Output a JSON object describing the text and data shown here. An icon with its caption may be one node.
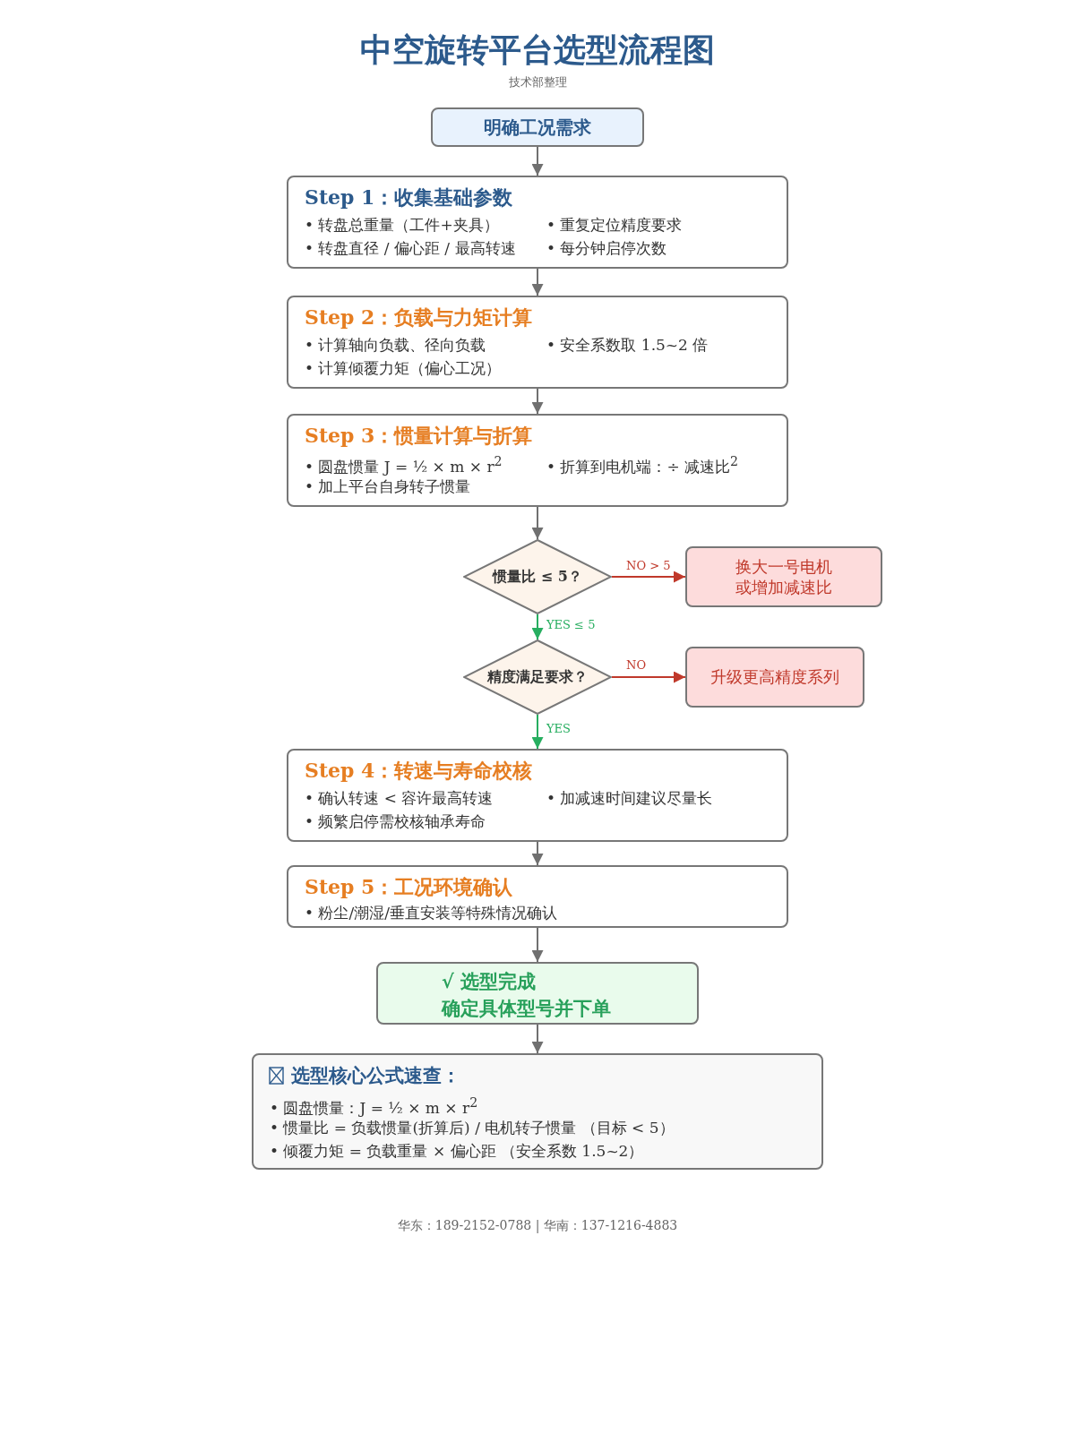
{
  "diagram": {
    "title": "中空旋转平台选型流程图",
    "nodes": [
      {
        "text": [
          "明确工况需求"
        ]
      },
      {
        "text": [
          "Step 1：收集基础参数",
          "• 转盘总重量（工件+夹具）",
          "• 重复定位精度要求",
          "• 转盘直径 / 偏心距 / 最高转速",
          "• 每分钟启停次数"
        ]
      },
      {
        "text": [
          "Step 2：负载与力矩计算",
          "• 计算轴向负载、径向负载",
          "• 安全系数取 1.5~2 倍",
          "• 计算倾覆力矩（偏心工况）"
        ]
      },
      {
        "text": [
          "Step 3：惯量计算与折算",
          "• 圆盘惯量 J = ½ × m × r$^{2}$",
          "• 折算到电机端：÷ 减速比$^{2}$",
          "• 加上平台自身转子惯量"
        ]
      },
      {
        "text": [
          "惯量比 ≤ 5？"
        ]
      },
      {
        "text": [
          "换大一号电机或增加减速比"
        ]
      },
      {
        "text": [
          "精度满足要求？"
        ]
      },
      {
        "text": [
          "升级更高精度系列"
        ]
      },
      {
        "text": [
          "Step 4：转速与寿命校核",
          "• 确认转速 < 容许最高转速",
          "• 加减速时间建议尽量长",
          "• 频繁启停需校核轴承寿命"
        ]
      },
      {
        "text": [
          "Step 5：工况环境确认",
          "• 粉尘/潮湿/垂直安装等特殊情况确认"
        ]
      },
      {
        "text": [
          "√ 选型完成",
          "确定具体型号并下单"
        ]
      },
      {
        "text": [
          "选型核心公式速查：",
          "• 圆盘惯量：J = ½ × m × r$^{2}$",
          "• 惯量比 = 负载惯量(折算后) / 电机转子惯量 （目标 < 5）",
          "• 倾覆力矩 = 负载重量 × 偏心距 （安全系数 1.5~2）"
        ]
      }
    ],
    "edges": [
      {
        "from": 0,
        "to": 1,
        "arrow": "to"
      },
      {
        "from": 1,
        "to": 2,
        "arrow": "to"
      },
      {
        "from": 2,
        "to": 3,
        "arrow": "to"
      },
      {
        "from": 3,
        "to": 4,
        "arrow": "to"
      },
      {
        "from": 4,
        "to": 5,
        "arrow": "to",
        "label": "NO > 5",
        "color": "#c0392b"
      },
      {
        "from": 4,
        "to": 6,
        "arrow": "to",
        "label": "YES ≤ 5",
        "color": "#27ae60"
      },
      {
        "from": 6,
        "to": 7,
        "arrow": "to",
        "label": "NO",
        "color": "#c0392b"
      },
      {
        "from": 6,
        "to": 8,
        "arrow": "to",
        "label": "YES",
        "color": "#27ae60"
      },
      {
        "from": 8,
        "to": 9,
        "arrow": "to"
      },
      {
        "from": 9,
        "to": 10,
        "arrow": "to"
      },
      {
        "from": 10,
        "to": 11,
        "arrow": "to"
      }
    ],
    "labels": [
      "技术部整理",
      "华东：189-2152-0788 | 华南：137-1216-4883"
    ]
  }
}
